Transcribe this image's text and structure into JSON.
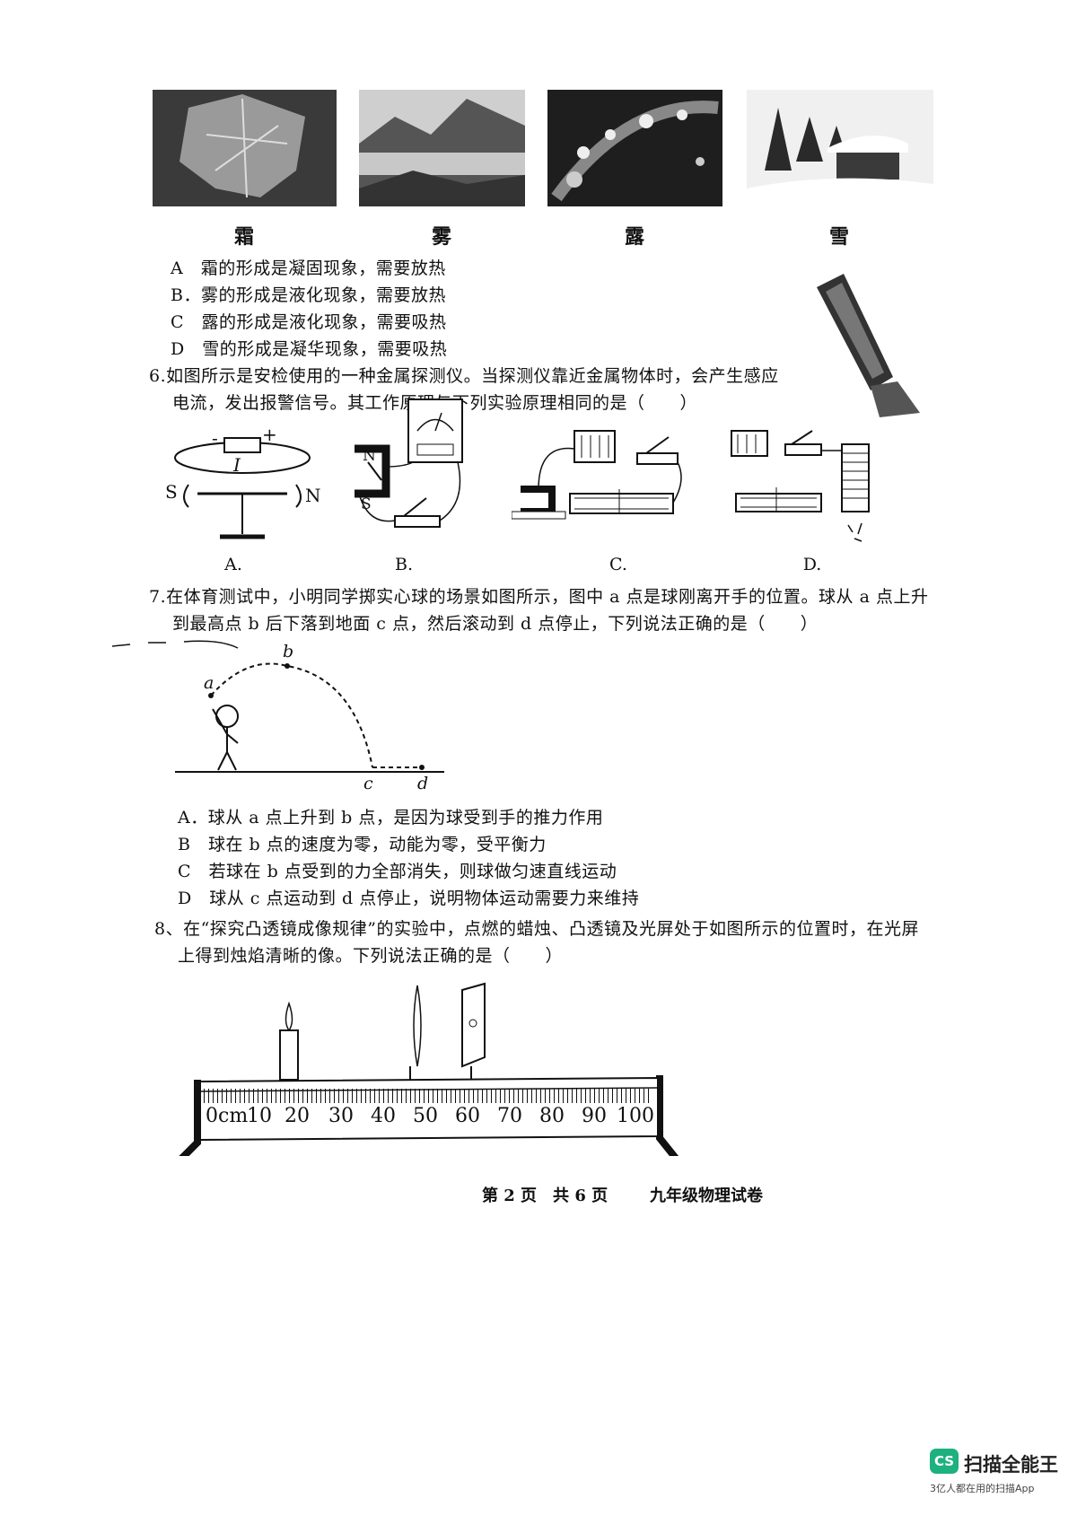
{
  "q5": {
    "captions": [
      "霜",
      "雾",
      "露",
      "雪"
    ],
    "options": [
      "A　霜的形成是凝固现象，需要放热",
      "B．雾的形成是液化现象，需要放热",
      "C　露的形成是液化现象，需要吸热",
      "D　雪的形成是凝华现象，需要吸热"
    ]
  },
  "q6": {
    "line1": "6.如图所示是安检使用的一种金属探测仪。当探测仪靠近金属物体时，会产生感应",
    "line2": "电流，发出报警信号。其工作原理与下列实验原理相同的是（　　）",
    "fig_a": {
      "minus": "-",
      "plus": "+",
      "current": "I",
      "s": "S",
      "n": "N"
    },
    "fig_b": {
      "n": "N",
      "s": "S"
    },
    "option_labels": [
      "A.",
      "B.",
      "C.",
      "D."
    ]
  },
  "q7": {
    "line1": "7.在体育测试中，小明同学掷实心球的场景如图所示，图中 a 点是球刚离开手的位置。球从 a 点上升",
    "line2": "到最高点 b 后下落到地面 c 点，然后滚动到 d 点停止，下列说法正确的是（　　）",
    "points": {
      "a": "a",
      "b": "b",
      "c": "c",
      "d": "d"
    },
    "options": [
      "A．球从 a 点上升到 b 点，是因为球受到手的推力作用",
      "B　球在 b 点的速度为零，动能为零，受平衡力",
      "C　若球在 b 点受到的力全部消失，则球做匀速直线运动",
      "D　球从 c 点运动到 d 点停止，说明物体运动需要力来维持"
    ]
  },
  "q8": {
    "line1": "8、在“探究凸透镜成像规律”的实验中，点燃的蜡烛、凸透镜及光屏处于如图所示的位置时，在光屏",
    "line2": "上得到烛焰清晰的像。下列说法正确的是（　　）",
    "ruler_labels": [
      "0cm",
      "10",
      "20",
      "30",
      "40",
      "50",
      "60",
      "70",
      "80",
      "90",
      "100"
    ]
  },
  "footer": {
    "page": "第 2 页　共 6 页",
    "subject": "九年级物理试卷"
  },
  "logo": {
    "badge": "CS",
    "name": "扫描全能王",
    "sub": "3亿人都在用的扫描App"
  }
}
